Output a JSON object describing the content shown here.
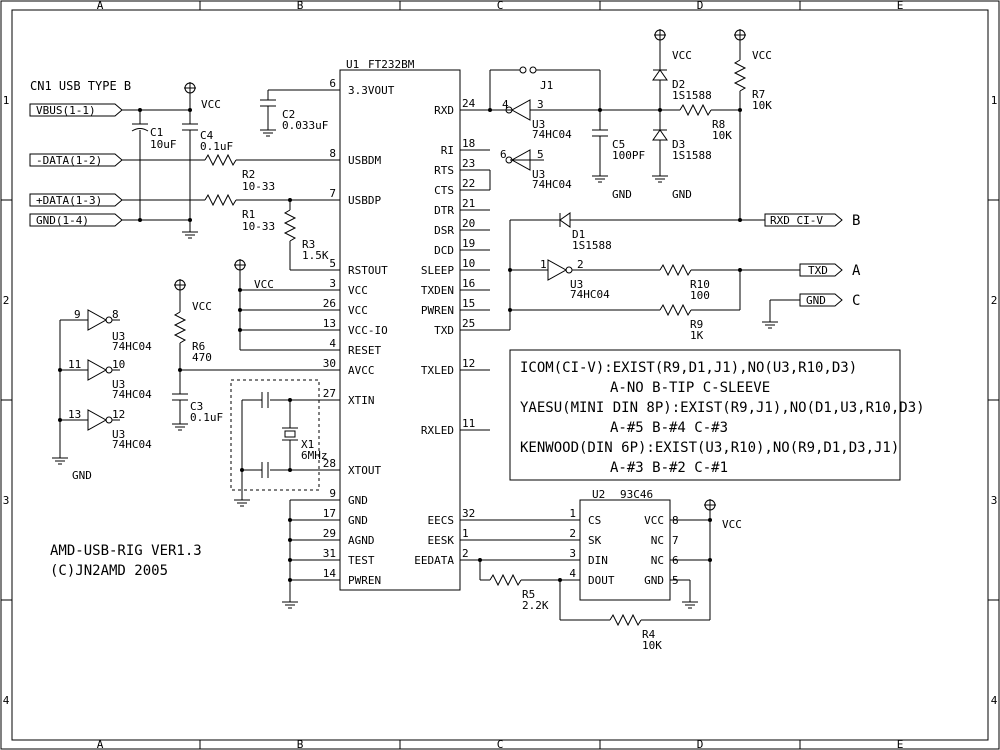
{
  "frame": {
    "columns": [
      "A",
      "B",
      "C",
      "D",
      "E"
    ],
    "rows": [
      "1",
      "2",
      "3",
      "4"
    ]
  },
  "title": {
    "line1": "AMD-USB-RIG VER1.3",
    "line2": "(C)JN2AMD 2005"
  },
  "connector": {
    "name": "CN1 USB TYPE B",
    "pins": [
      "VBUS(1-1)",
      "-DATA(1-2)",
      "+DATA(1-3)",
      "GND(1-4)"
    ]
  },
  "u1": {
    "ref": "U1",
    "part": "FT232BM",
    "left_pins": [
      {
        "num": "6",
        "name": "3.3VOUT"
      },
      {
        "num": "8",
        "name": "USBDM"
      },
      {
        "num": "7",
        "name": "USBDP"
      },
      {
        "num": "5",
        "name": "RSTOUT"
      },
      {
        "num": "3",
        "name": "VCC"
      },
      {
        "num": "26",
        "name": "VCC"
      },
      {
        "num": "13",
        "name": "VCC-IO"
      },
      {
        "num": "4",
        "name": "RESET"
      },
      {
        "num": "30",
        "name": "AVCC"
      },
      {
        "num": "27",
        "name": "XTIN"
      },
      {
        "num": "28",
        "name": "XTOUT"
      },
      {
        "num": "9",
        "name": "GND"
      },
      {
        "num": "17",
        "name": "GND"
      },
      {
        "num": "29",
        "name": "AGND"
      },
      {
        "num": "31",
        "name": "TEST"
      },
      {
        "num": "14",
        "name": "PWREN"
      }
    ],
    "right_pins": [
      {
        "num": "24",
        "name": "RXD"
      },
      {
        "num": "18",
        "name": "RI"
      },
      {
        "num": "23",
        "name": "RTS"
      },
      {
        "num": "22",
        "name": "CTS"
      },
      {
        "num": "21",
        "name": "DTR"
      },
      {
        "num": "20",
        "name": "DSR"
      },
      {
        "num": "19",
        "name": "DCD"
      },
      {
        "num": "10",
        "name": "SLEEP"
      },
      {
        "num": "16",
        "name": "TXDEN"
      },
      {
        "num": "15",
        "name": "PWREN"
      },
      {
        "num": "25",
        "name": "TXD"
      },
      {
        "num": "12",
        "name": "TXLED"
      },
      {
        "num": "11",
        "name": "RXLED"
      },
      {
        "num": "32",
        "name": "EECS"
      },
      {
        "num": "1",
        "name": "EESK"
      },
      {
        "num": "2",
        "name": "EEDATA"
      }
    ]
  },
  "u2": {
    "ref": "U2",
    "part": "93C46",
    "left_pins": [
      {
        "num": "1",
        "name": "CS"
      },
      {
        "num": "2",
        "name": "SK"
      },
      {
        "num": "3",
        "name": "DIN"
      },
      {
        "num": "4",
        "name": "DOUT"
      }
    ],
    "right_pins": [
      {
        "num": "8",
        "name": "VCC"
      },
      {
        "num": "7",
        "name": "NC"
      },
      {
        "num": "6",
        "name": "NC"
      },
      {
        "num": "5",
        "name": "GND"
      }
    ]
  },
  "parts": {
    "c1": {
      "ref": "C1",
      "value": "10uF"
    },
    "c4": {
      "ref": "C4",
      "value": "0.1uF"
    },
    "c2": {
      "ref": "C2",
      "value": "0.033uF"
    },
    "c3": {
      "ref": "C3",
      "value": "0.1uF"
    },
    "c5": {
      "ref": "C5",
      "value": "100PF"
    },
    "r1": {
      "ref": "R1",
      "value": "10-33"
    },
    "r2": {
      "ref": "R2",
      "value": "10-33"
    },
    "r3": {
      "ref": "R3",
      "value": "1.5K"
    },
    "r4": {
      "ref": "R4",
      "value": "10K"
    },
    "r5": {
      "ref": "R5",
      "value": "2.2K"
    },
    "r6": {
      "ref": "R6",
      "value": "470"
    },
    "r7": {
      "ref": "R7",
      "value": "10K"
    },
    "r8": {
      "ref": "R8",
      "value": "10K"
    },
    "r9": {
      "ref": "R9",
      "value": "1K"
    },
    "r10": {
      "ref": "R10",
      "value": "100"
    },
    "d1": {
      "ref": "D1",
      "value": "1S1588"
    },
    "d2": {
      "ref": "D2",
      "value": "1S1588"
    },
    "d3": {
      "ref": "D3",
      "value": "1S1588"
    },
    "j1": {
      "ref": "J1"
    },
    "x1": {
      "ref": "X1",
      "value": "6MHz"
    }
  },
  "gates": {
    "u3_part": "74HC04",
    "u3_ref": "U3",
    "g_rxd": {
      "in": "4",
      "out": "3"
    },
    "g_rts": {
      "in": "6",
      "out": "5"
    },
    "g_txd": {
      "in": "1",
      "out": "2"
    },
    "g_spare1": {
      "in": "9",
      "out": "8"
    },
    "g_spare2": {
      "in": "11",
      "out": "10"
    },
    "g_spare3": {
      "in": "13",
      "out": "12"
    }
  },
  "net_labels": {
    "vcc": "VCC",
    "gnd": "GND",
    "rxd_ci_v": "RXD_CI-V",
    "txd": "TXD",
    "gnd_out": "GND"
  },
  "port_letters": {
    "b": "B",
    "a": "A",
    "c": "C"
  },
  "notes": {
    "icom": "ICOM(CI-V):EXIST(R9,D1,J1),NO(U3,R10,D3)",
    "icom_pins": "A-NO B-TIP C-SLEEVE",
    "yaesu": "YAESU(MINI DIN 8P):EXIST(R9,J1),NO(D1,U3,R10,D3)",
    "yaesu_pins": "A-#5 B-#4 C-#3",
    "kenwood": "KENWOOD(DIN 6P):EXIST(U3,R10),NO(R9,D1,D3,J1)",
    "kenwood_pins": "A-#3 B-#2 C-#1"
  }
}
